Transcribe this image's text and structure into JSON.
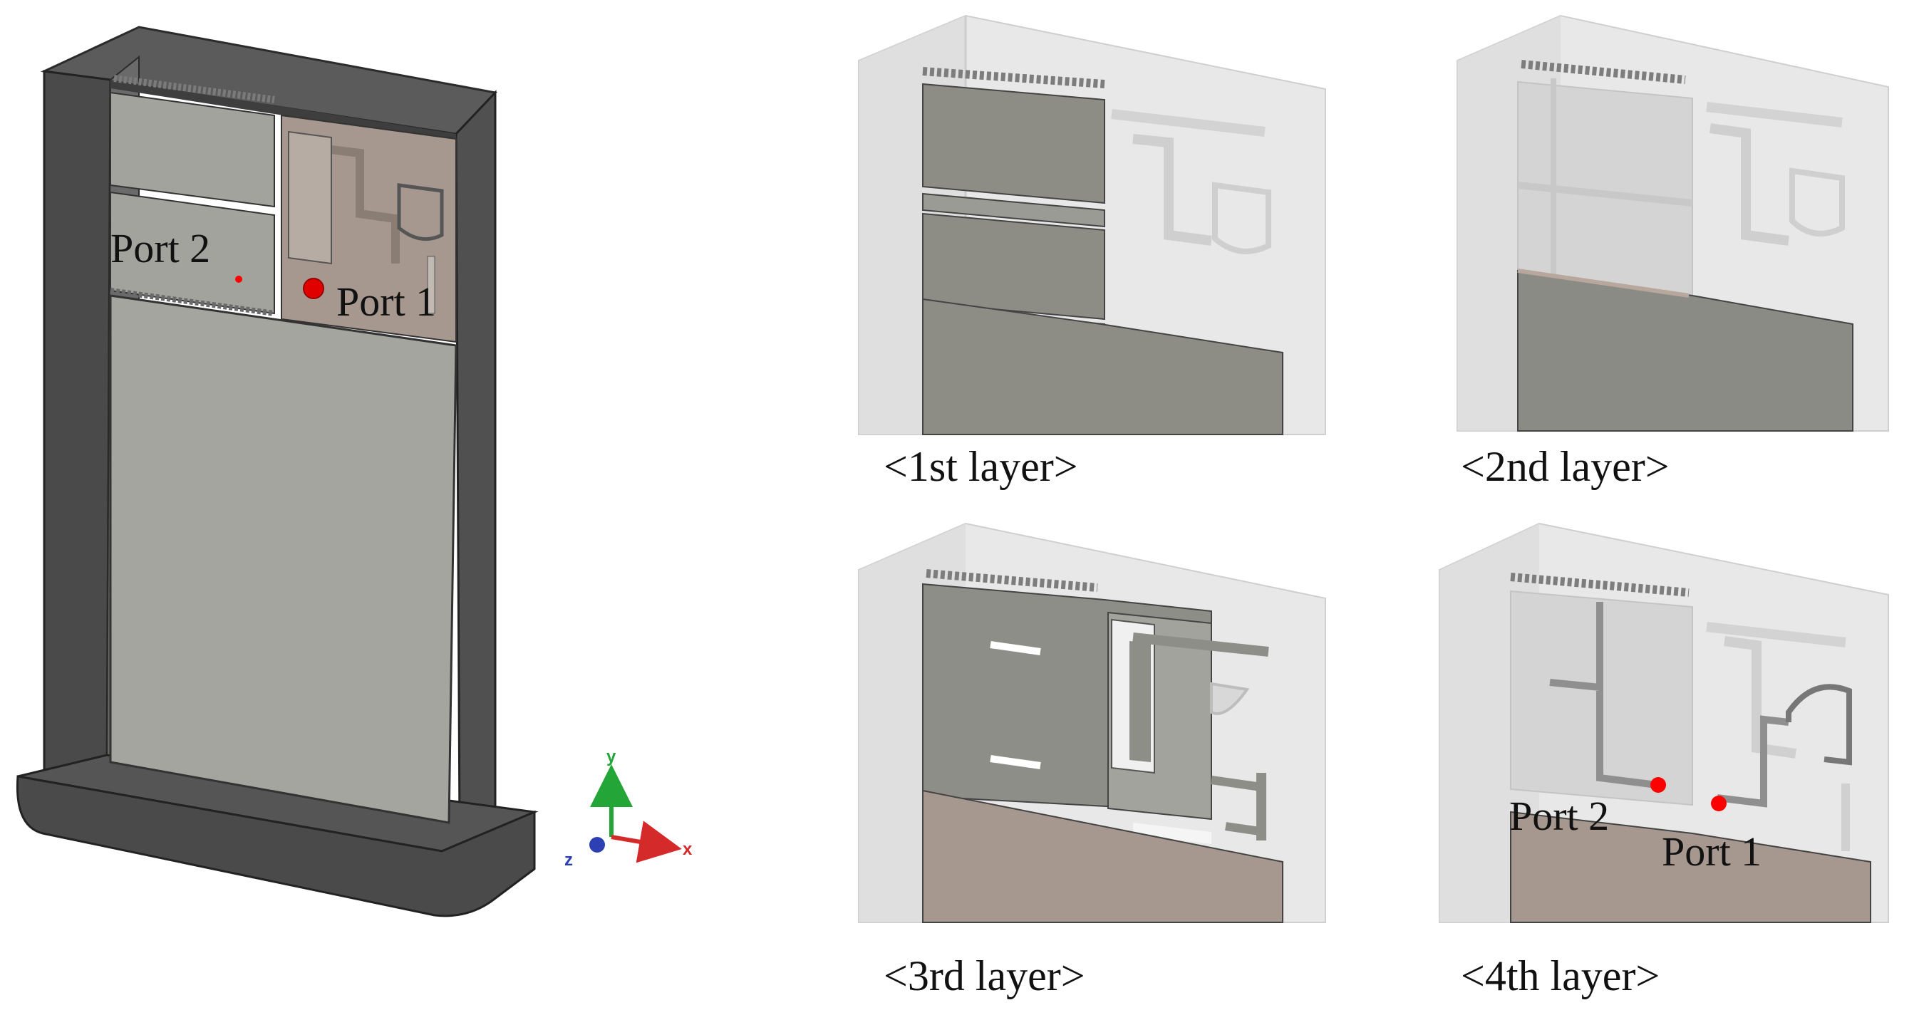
{
  "main_view": {
    "port1_label": "Port 1",
    "port2_label": "Port 2"
  },
  "axes": {
    "x_label": "x",
    "y_label": "y",
    "z_label": "z",
    "colors": {
      "x": "#d42a2a",
      "y": "#23a537",
      "z": "#2c3fb3"
    }
  },
  "panels": [
    {
      "caption": "<1st layer>"
    },
    {
      "caption": "<2nd layer>"
    },
    {
      "caption": "<3rd layer>"
    },
    {
      "caption": "<4th layer>",
      "port1_label": "Port 1",
      "port2_label": "Port 2"
    }
  ],
  "colors": {
    "housing": "#4d4d4d",
    "board_gray": "#a4a59f",
    "board_brown": "#a6988f",
    "ghost": "#e7e7e7",
    "port_marker": "#ff0000"
  }
}
